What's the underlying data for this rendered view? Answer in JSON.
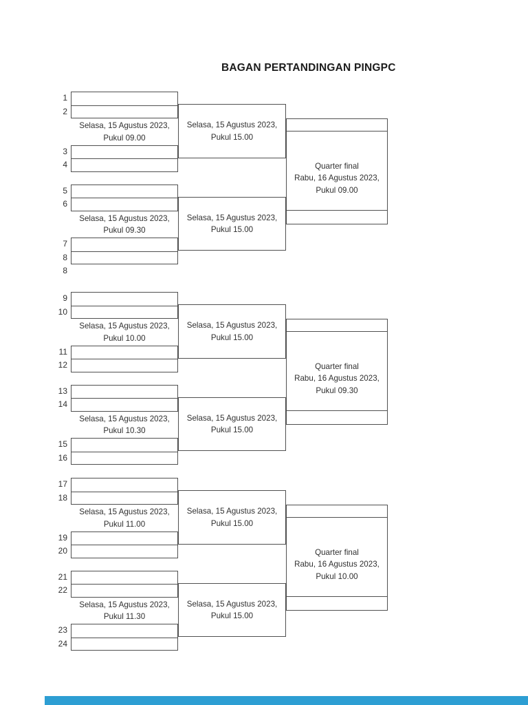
{
  "page": {
    "title": "BAGAN PERTANDINGAN PINGPC",
    "background_color": "#ffffff",
    "border_color": "#4f4f4f",
    "text_color": "#303030",
    "footer_bar_color": "#2d9ed3"
  },
  "groups": [
    {
      "slot_numbers": [
        "1",
        "2",
        "3",
        "4",
        "5",
        "6",
        "7",
        "8"
      ],
      "extra_label": "8",
      "round1_matches": [
        {
          "line1": "Selasa, 15 Agustus 2023,",
          "line2": "Pukul 09.00"
        },
        {
          "line1": "Selasa, 15 Agustus 2023,",
          "line2": "Pukul 09.30"
        }
      ],
      "round2_matches": [
        {
          "line1": "Selasa, 15 Agustus 2023,",
          "line2": "Pukul 15.00"
        },
        {
          "line1": "Selasa, 15 Agustus 2023,",
          "line2": "Pukul 15.00"
        }
      ],
      "quarter_final": {
        "line1": "Quarter final",
        "line2": "Rabu, 16 Agustus 2023,",
        "line3": "Pukul 09.00"
      }
    },
    {
      "slot_numbers": [
        "9",
        "10",
        "11",
        "12",
        "13",
        "14",
        "15",
        "16"
      ],
      "round1_matches": [
        {
          "line1": "Selasa, 15 Agustus 2023,",
          "line2": "Pukul 10.00"
        },
        {
          "line1": "Selasa, 15 Agustus 2023,",
          "line2": "Pukul 10.30"
        }
      ],
      "round2_matches": [
        {
          "line1": "Selasa, 15 Agustus 2023,",
          "line2": "Pukul 15.00"
        },
        {
          "line1": "Selasa, 15 Agustus 2023,",
          "line2": "Pukul 15.00"
        }
      ],
      "quarter_final": {
        "line1": "Quarter final",
        "line2": "Rabu, 16 Agustus 2023,",
        "line3": "Pukul 09.30"
      }
    },
    {
      "slot_numbers": [
        "17",
        "18",
        "19",
        "20",
        "21",
        "22",
        "23",
        "24"
      ],
      "round1_matches": [
        {
          "line1": "Selasa, 15 Agustus 2023,",
          "line2": "Pukul 11.00"
        },
        {
          "line1": "Selasa, 15 Agustus 2023,",
          "line2": "Pukul 11.30"
        }
      ],
      "round2_matches": [
        {
          "line1": "Selasa, 15 Agustus 2023,",
          "line2": "Pukul 15.00"
        },
        {
          "line1": "Selasa, 15 Agustus 2023,",
          "line2": "Pukul 15.00"
        }
      ],
      "quarter_final": {
        "line1": "Quarter final",
        "line2": "Rabu, 16 Agustus 2023,",
        "line3": "Pukul 10.00"
      }
    }
  ]
}
